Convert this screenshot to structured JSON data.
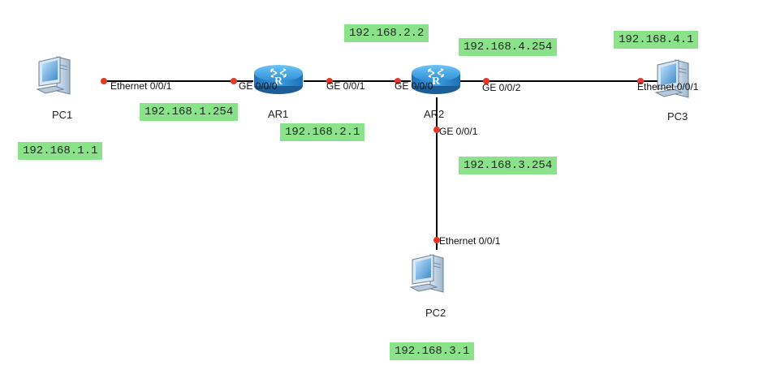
{
  "devices": {
    "pc1": "PC1",
    "pc2": "PC2",
    "pc3": "PC3",
    "ar1": "AR1",
    "ar2": "AR2"
  },
  "ports": {
    "pc1_eth": "Ethernet 0/0/1",
    "ar1_ge000": "GE 0/0/0",
    "ar1_ge001": "GE 0/0/1",
    "ar2_ge000": "GE 0/0/0",
    "ar2_ge002": "GE 0/0/2",
    "ar2_ge001": "GE 0/0/1",
    "pc3_eth": "Ethernet 0/0/1",
    "pc2_eth": "Ethernet 0/0/1"
  },
  "ip_labels": {
    "pc1": "192.168.1.1",
    "ar1_lan": "192.168.1.254",
    "ar1_wan": "192.168.2.1",
    "ar2_wan": "192.168.2.2",
    "ar2_pc3": "192.168.4.254",
    "pc3": "192.168.4.1",
    "ar2_pc2": "192.168.3.254",
    "pc2": "192.168.3.1"
  },
  "colors": {
    "ip_label_bg": "#8be28b",
    "port_dot": "#e8362b",
    "router_body": "#2f8fd6",
    "link": "#000000"
  },
  "icons": {
    "pc": "desktop-computer-icon",
    "router": "router-icon"
  }
}
